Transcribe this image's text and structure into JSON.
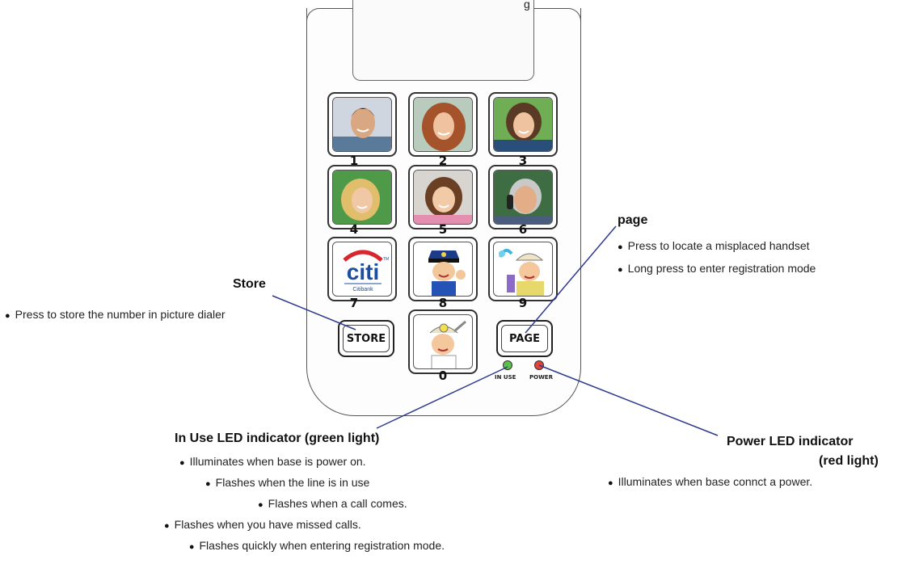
{
  "header_fragment": "g",
  "keypad": {
    "keys": [
      {
        "number": "1",
        "icon": "young-man-photo-icon"
      },
      {
        "number": "2",
        "icon": "curly-hair-woman-photo-icon"
      },
      {
        "number": "3",
        "icon": "smiling-woman-photo-icon"
      },
      {
        "number": "4",
        "icon": "blonde-woman-photo-icon"
      },
      {
        "number": "5",
        "icon": "young-girl-photo-icon"
      },
      {
        "number": "6",
        "icon": "older-man-on-phone-photo-icon"
      },
      {
        "number": "7",
        "icon": "citibank-logo-icon"
      },
      {
        "number": "8",
        "icon": "police-officer-cartoon-icon"
      },
      {
        "number": "9",
        "icon": "firefighter-cartoon-icon"
      },
      {
        "number": "0",
        "icon": "doctor-cartoon-icon"
      }
    ],
    "citi_logo_text": "citi",
    "citi_tm": "TM",
    "citi_subtext": "Citibank",
    "store_label": "STORE",
    "page_label": "PAGE",
    "in_use_label": "IN USE",
    "power_label": "POWER"
  },
  "colors": {
    "callout_line": "#2f3a8f",
    "in_use_led": "#5cc04a",
    "power_led": "#e2433a",
    "citi_arc": "#d7262e",
    "citi_blue": "#1a4fa0"
  },
  "annotations": {
    "store": {
      "title": "Store",
      "bullets": [
        "Press to store the number in picture dialer"
      ]
    },
    "page": {
      "title": "page",
      "bullets": [
        "Press to locate a misplaced handset",
        "Long press to enter registration mode"
      ]
    },
    "in_use": {
      "title": "In Use LED indicator (green light)",
      "bullets": [
        "Illuminates when base is power on.",
        "Flashes when the line  is in use",
        "Flashes when a call comes.",
        "Flashes when you have missed calls.",
        "Flashes quickly when entering registration mode."
      ]
    },
    "power": {
      "title_line1": "Power LED indicator",
      "title_line2": "(red light)",
      "bullets": [
        "Illuminates when base connct a power."
      ]
    }
  }
}
